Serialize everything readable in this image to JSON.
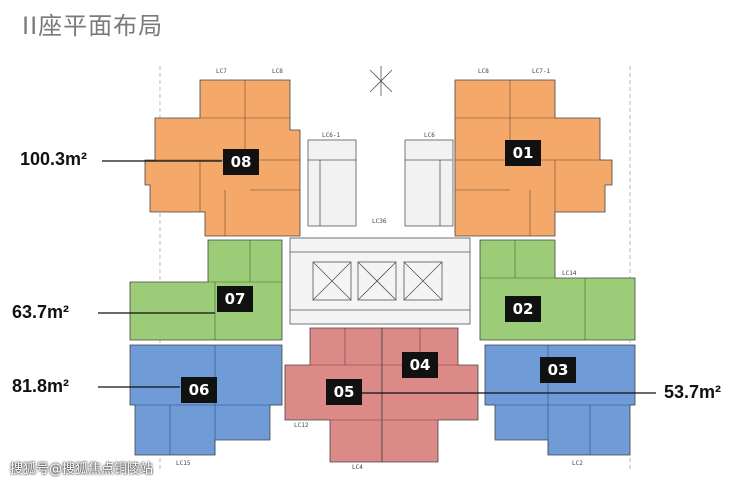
{
  "title": "II座平面布局",
  "units": [
    {
      "id": "01",
      "area": null,
      "color": "#f4a86a"
    },
    {
      "id": "02",
      "area": null,
      "color": "#9ccc78"
    },
    {
      "id": "03",
      "area": null,
      "color": "#6f9bd6"
    },
    {
      "id": "04",
      "area": null,
      "color": "#dc8a88"
    },
    {
      "id": "05",
      "area": "53.7m²",
      "color": "#dc8a88"
    },
    {
      "id": "06",
      "area": "81.8m²",
      "color": "#6f9bd6"
    },
    {
      "id": "07",
      "area": "63.7m²",
      "color": "#9ccc78"
    },
    {
      "id": "08",
      "area": "100.3m²",
      "color": "#f4a86a"
    }
  ],
  "areas": {
    "u08": "100.3m²",
    "u07": "63.7m²",
    "u06": "81.8m²",
    "u05": "53.7m²"
  },
  "tags": {
    "u01": "01",
    "u02": "02",
    "u03": "03",
    "u04": "04",
    "u05": "05",
    "u06": "06",
    "u07": "07",
    "u08": "08"
  },
  "small_labels": {
    "lc7": "LC7",
    "lc8": "LC8",
    "lc8r": "LC8",
    "lc71": "LC7-1",
    "lc61": "LC6-1",
    "lc6": "LC6",
    "lc36": "LC36",
    "lc14": "LC14",
    "lc12": "LC12",
    "lc15": "LC15",
    "lc4": "LC4",
    "lc2": "LC2"
  },
  "watermark": "搜狐号@搜狐焦点铜陵站"
}
